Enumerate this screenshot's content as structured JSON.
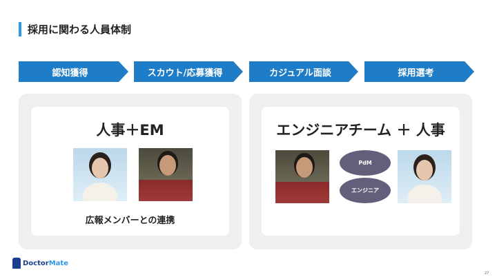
{
  "title": "採用に関わる人員体制",
  "steps": [
    "認知獲得",
    "スカウト/応募獲得",
    "カジュアル面談",
    "採用選考"
  ],
  "left": {
    "heading": "人事＋EM",
    "caption": "広報メンバーとの連携"
  },
  "right": {
    "heading": "エンジニアチーム ＋ 人事",
    "roles": [
      "PdM",
      "エンジニア"
    ]
  },
  "logo": {
    "text_a": "Doctor",
    "text_b": "Mate"
  },
  "page_number": "27",
  "colors": {
    "accent": "#1f7cc7",
    "ellipse": "#625f7b"
  }
}
